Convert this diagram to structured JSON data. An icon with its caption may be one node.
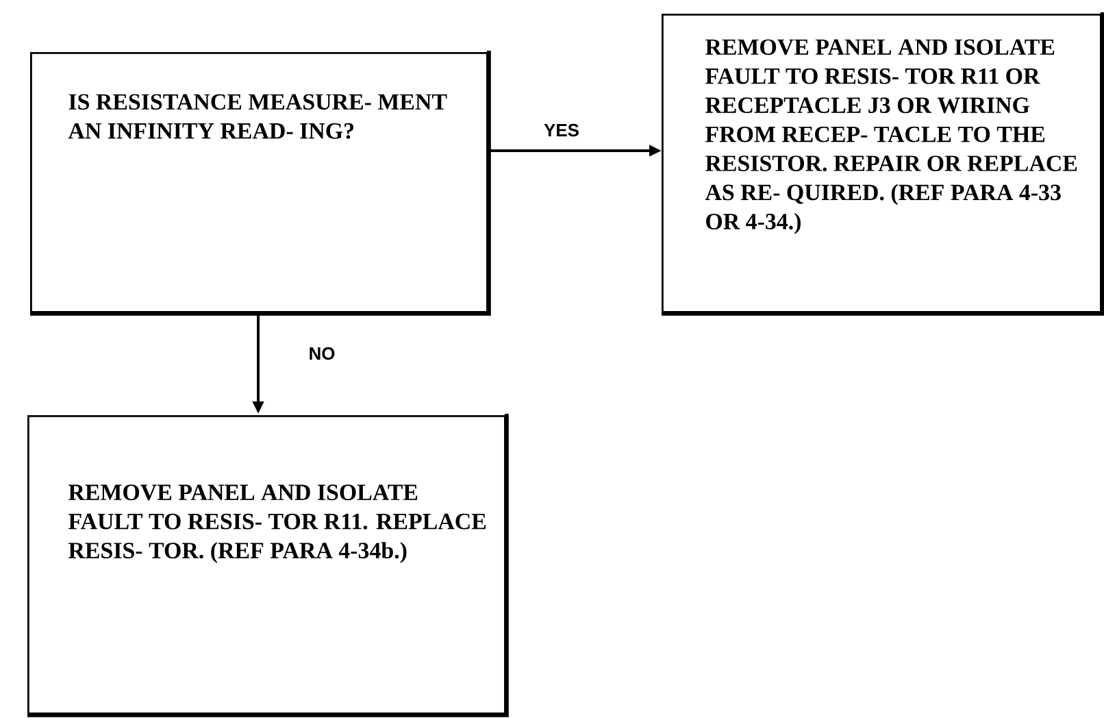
{
  "diagram": {
    "nodes": [
      {
        "text": [
          "IS RESISTANCE MEASURE- MENT AN INFINITY READ- ING?"
        ]
      },
      {
        "text": [
          "REMOVE PANEL AND ISOLATE FAULT TO RESIS- TOR R11 OR RECEPTACLE J3 OR WIRING FROM RECEP- TACLE TO THE RESISTOR. REPAIR OR REPLACE AS RE- QUIRED. (REF PARA 4-33 OR 4-34.)"
        ]
      },
      {
        "text": [
          "REMOVE PANEL AND ISOLATE FAULT TO RESIS- TOR R11. REPLACE RESIS- TOR. (REF PARA 4-34b.)"
        ]
      }
    ],
    "edges": [
      {
        "from": 0,
        "to": 1,
        "arrow": "to",
        "label": "YES"
      },
      {
        "from": 0,
        "to": 2,
        "arrow": "to",
        "label": "NO"
      }
    ]
  }
}
